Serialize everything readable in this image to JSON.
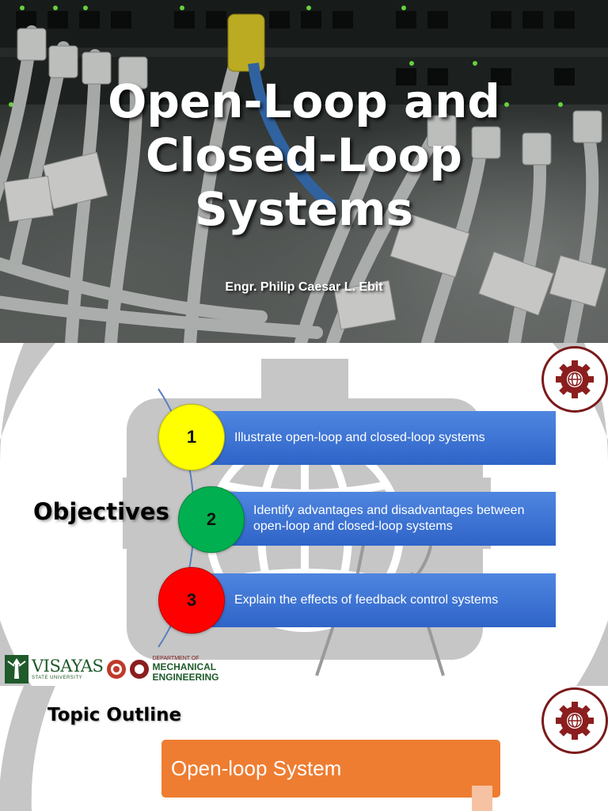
{
  "slide1": {
    "title_lines": [
      "Open-Loop and",
      "Closed-Loop",
      "Systems"
    ],
    "author": "Engr. Philip Caesar L. Ebit"
  },
  "slide2": {
    "heading": "Objectives",
    "objectives": [
      {
        "number": "1",
        "text": "Illustrate open-loop and closed-loop systems",
        "color": "#ffff00"
      },
      {
        "number": "2",
        "text": "Identify advantages and disadvantages between open-loop and closed-loop systems",
        "color": "#00b050"
      },
      {
        "number": "3",
        "text": "Explain the effects of feedback control systems",
        "color": "#ff0000"
      }
    ],
    "logos": {
      "university": "VISAYAS",
      "university_sub": "STATE UNIVERSITY",
      "department_small": "DEPARTMENT OF",
      "department_line1": "MECHANICAL",
      "department_line2": "ENGINEERING"
    }
  },
  "slide3": {
    "heading": "Topic Outline",
    "topics": [
      "Open-loop System"
    ]
  },
  "colors": {
    "bar_blue": "#3a6fd4",
    "badge_maroon": "#7a1a1a",
    "topic_orange": "#ee7d31",
    "watermark_gray": "#bfbfbf"
  }
}
